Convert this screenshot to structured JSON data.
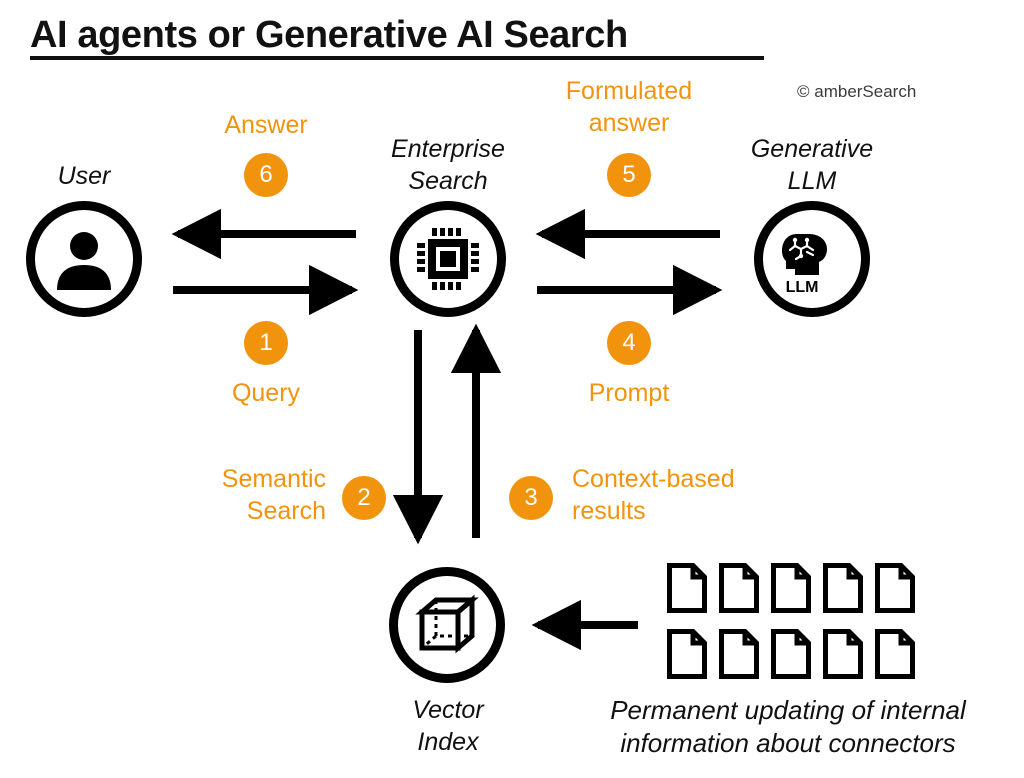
{
  "title": "AI agents or Generative AI Search",
  "copyright": "© amberSearch",
  "colors": {
    "accent": "#F2930E",
    "ink": "#111111",
    "background": "#FFFFFF"
  },
  "nodes": [
    {
      "id": "user",
      "label": "User",
      "icon": "user-icon"
    },
    {
      "id": "enterprise-search",
      "label": "Enterprise\nSearch",
      "icon": "chip-icon"
    },
    {
      "id": "generative-llm",
      "label": "Generative\nLLM",
      "icon": "llm-brain-icon",
      "icon_text": "LLM"
    },
    {
      "id": "vector-index",
      "label": "Vector\nIndex",
      "icon": "cube-icon"
    }
  ],
  "steps": [
    {
      "number": "1",
      "label": "Query",
      "from": "user",
      "to": "enterprise-search"
    },
    {
      "number": "2",
      "label": "Semantic\nSearch",
      "from": "enterprise-search",
      "to": "vector-index"
    },
    {
      "number": "3",
      "label": "Context-based\nresults",
      "from": "vector-index",
      "to": "enterprise-search"
    },
    {
      "number": "4",
      "label": "Prompt",
      "from": "enterprise-search",
      "to": "generative-llm"
    },
    {
      "number": "5",
      "label": "Formulated\nanswer",
      "from": "generative-llm",
      "to": "enterprise-search"
    },
    {
      "number": "6",
      "label": "Answer",
      "from": "enterprise-search",
      "to": "user"
    }
  ],
  "connectors": {
    "caption": "Permanent updating of internal\ninformation about connectors",
    "document_count": 10,
    "document_rows": 2,
    "document_columns": 5
  }
}
